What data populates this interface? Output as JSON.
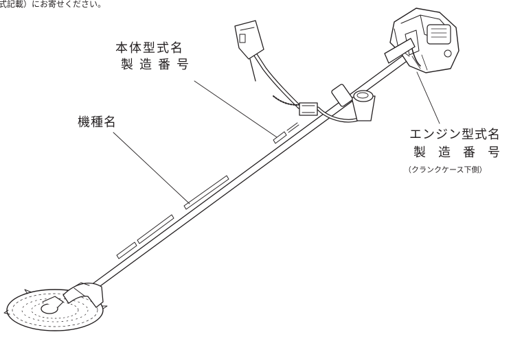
{
  "header_fragment": "式記載）にお寄せください。",
  "labels": {
    "body_model": "本体型式名",
    "body_serial": "製造番号",
    "machine_name": "機種名",
    "engine_model": "エンジン型式名",
    "engine_serial": "製造番号",
    "engine_note": "（クランクケース下側）"
  },
  "illustration": "brush-cutter-diagram",
  "colors": {
    "ink": "#231f20",
    "paper": "#ffffff"
  }
}
